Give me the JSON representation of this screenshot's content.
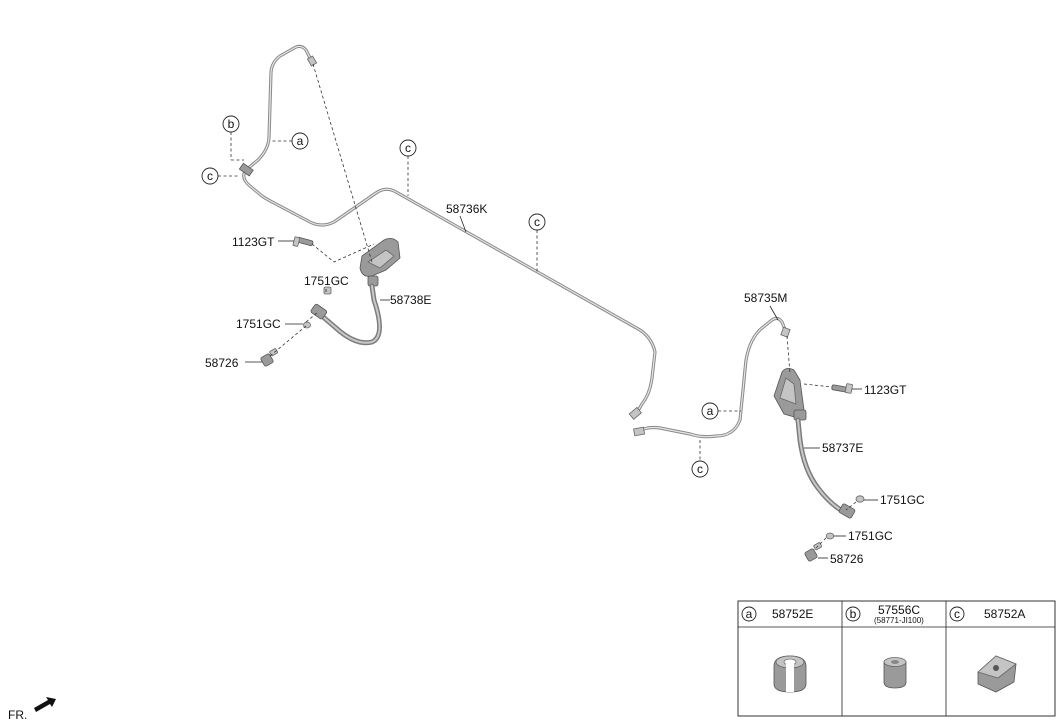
{
  "callouts": {
    "p58736K": "58736K",
    "p58735M": "58735M",
    "p58738E": "58738E",
    "p58737E": "58737E",
    "p1123GT_left": "1123GT",
    "p1123GT_right": "1123GT",
    "p1751GC_l1": "1751GC",
    "p1751GC_l2": "1751GC",
    "p1751GC_r1": "1751GC",
    "p1751GC_r2": "1751GC",
    "p58726_left": "58726",
    "p58726_right": "58726"
  },
  "refs": {
    "a": "a",
    "b": "b",
    "c": "c"
  },
  "legend": {
    "a": {
      "letter": "a",
      "part": "58752E"
    },
    "b": {
      "letter": "b",
      "part": "57556C",
      "sub": "(58771-JI100)"
    },
    "c": {
      "letter": "c",
      "part": "58752A"
    }
  },
  "direction_label": "FR."
}
